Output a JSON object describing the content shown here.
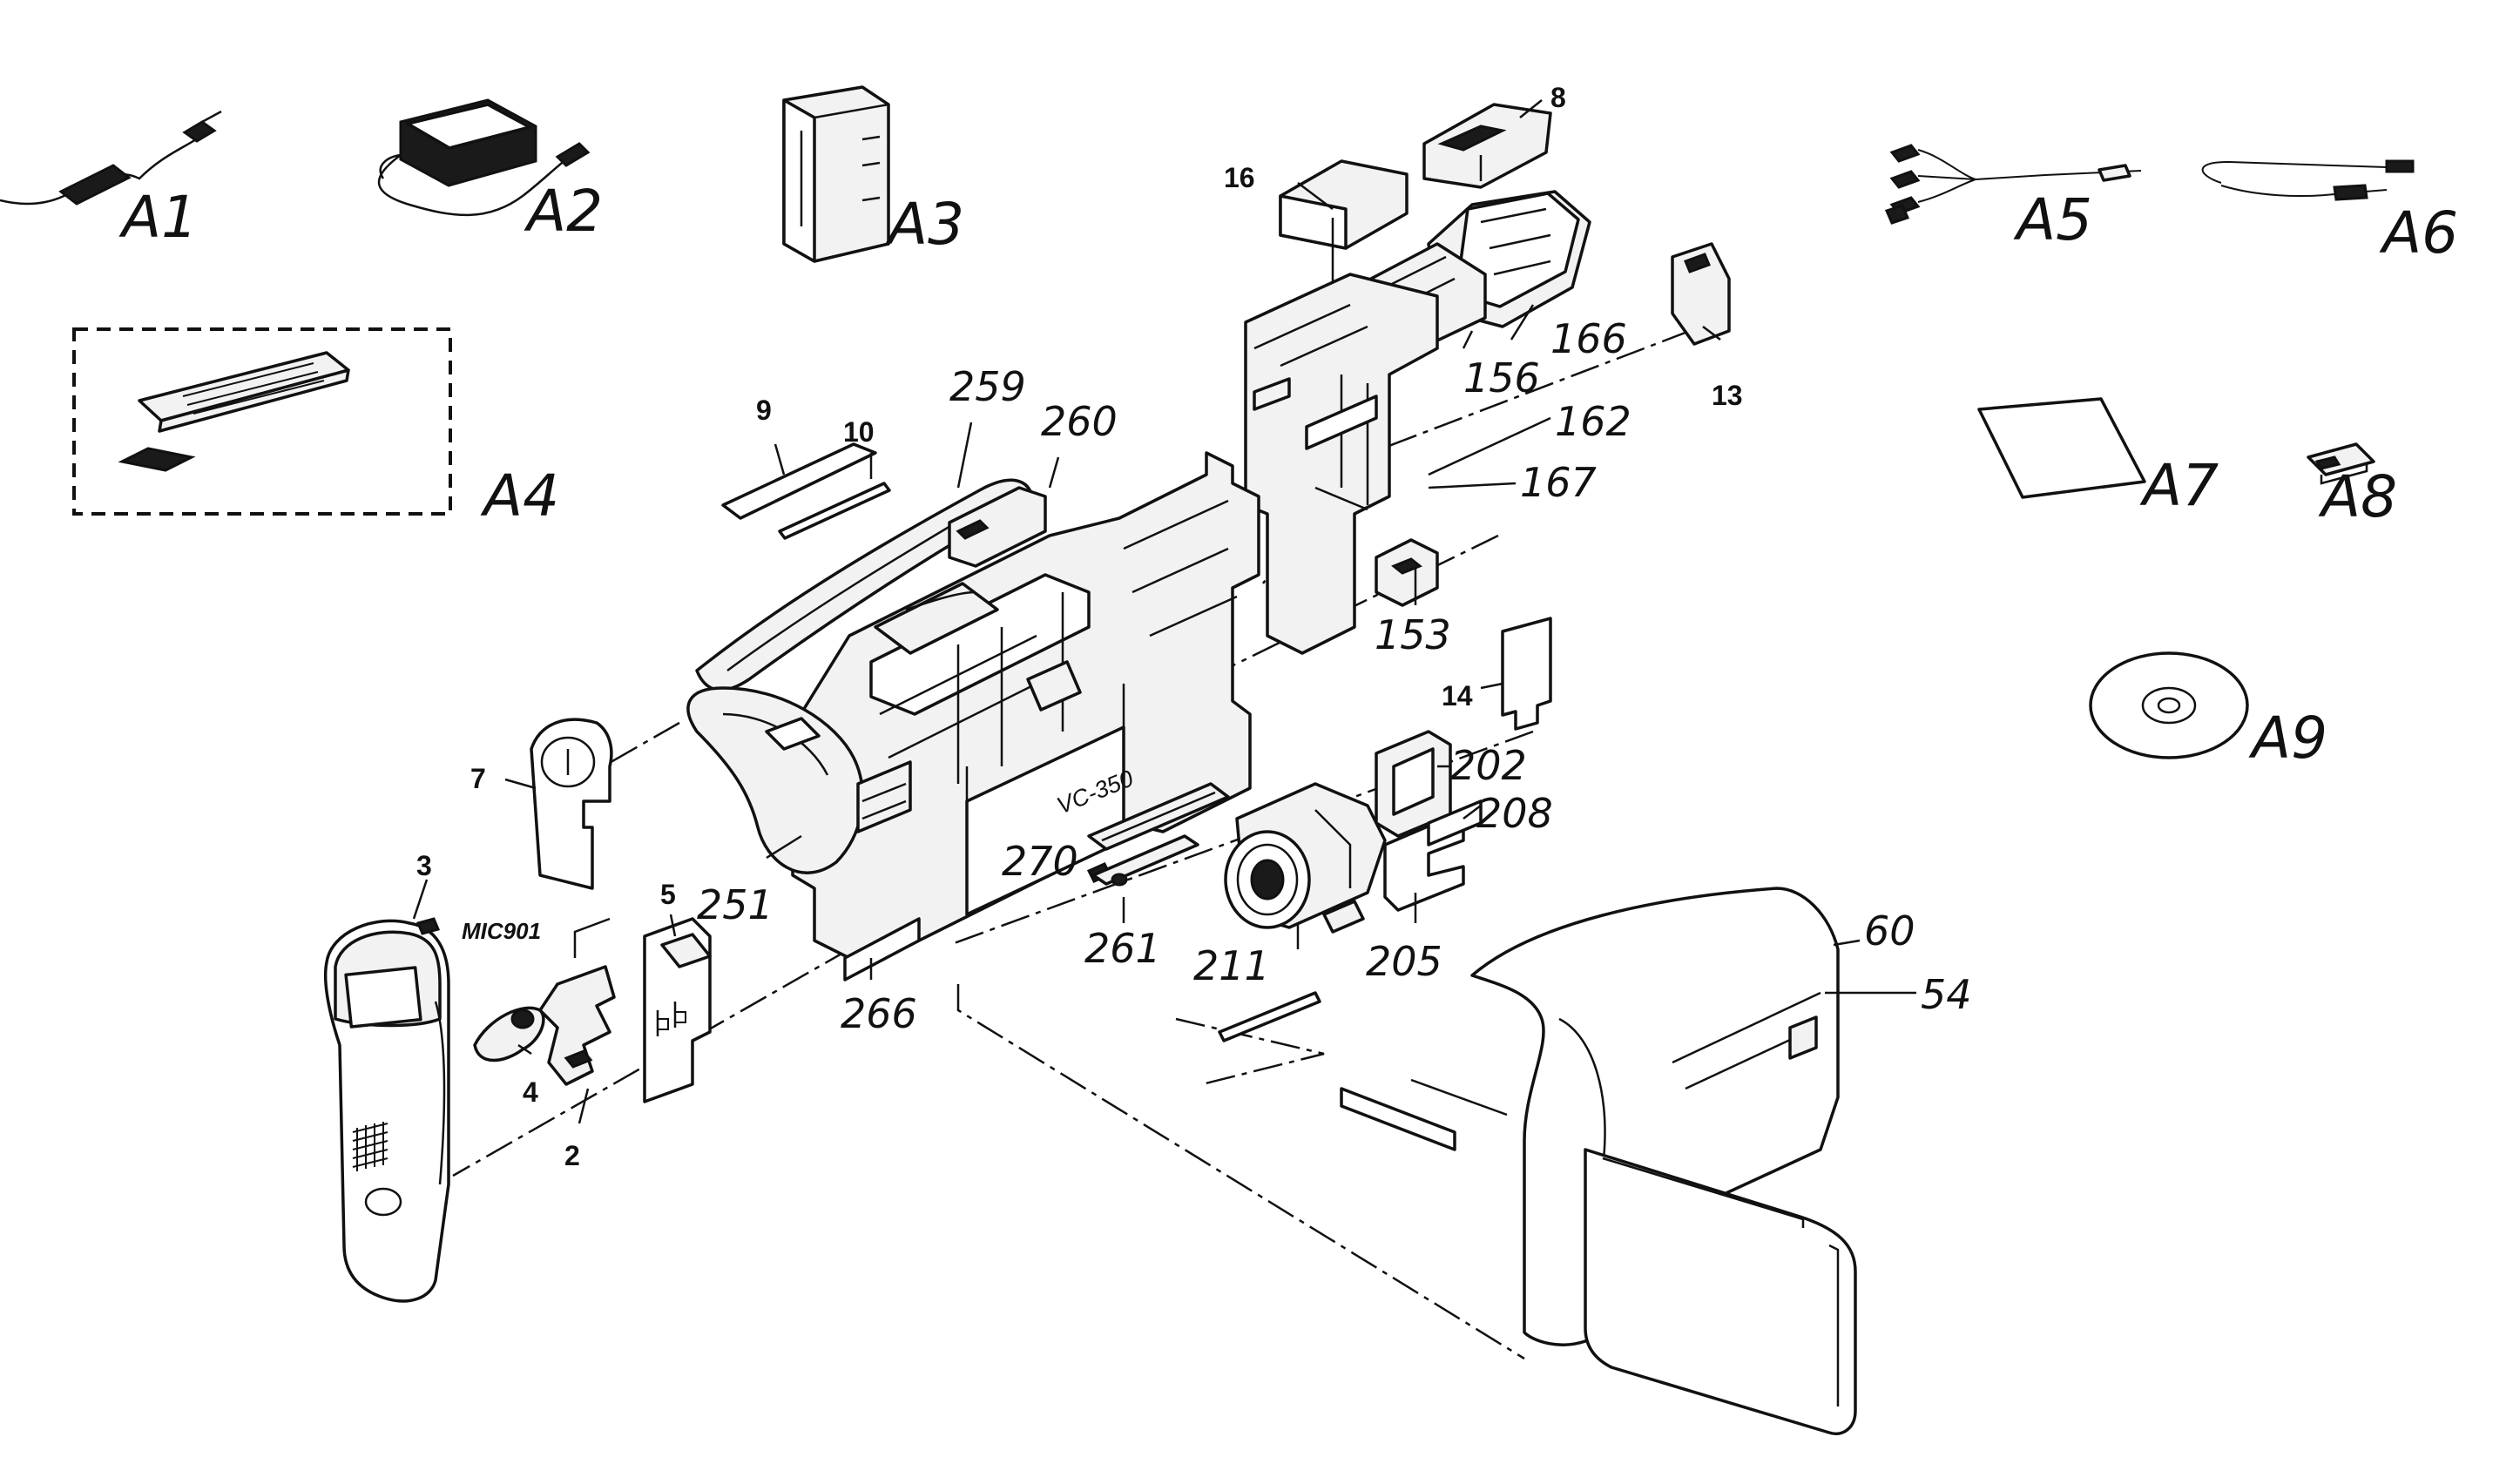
{
  "accessory_labels": {
    "A1": "A1",
    "A2": "A2",
    "A3": "A3",
    "A4": "A4",
    "A5": "A5",
    "A6": "A6",
    "A7": "A7",
    "A8": "A8",
    "A9": "A9"
  },
  "part_labels": {
    "p2": "2",
    "p3": "3",
    "p4": "4",
    "p5": "5",
    "p7": "7",
    "p8": "8",
    "p9": "9",
    "p10": "10",
    "p13": "13",
    "p14": "14",
    "p16": "16",
    "p54": "54",
    "p60": "60",
    "p153": "153",
    "p156": "156",
    "p162": "162",
    "p166": "166",
    "p167": "167",
    "p202": "202",
    "p205": "205",
    "p208": "208",
    "p211": "211",
    "p251": "251",
    "p259": "259",
    "p260": "260",
    "p261": "261",
    "p266": "266",
    "p270": "270",
    "mic901": "MIC901"
  },
  "model_label": "VC-350"
}
